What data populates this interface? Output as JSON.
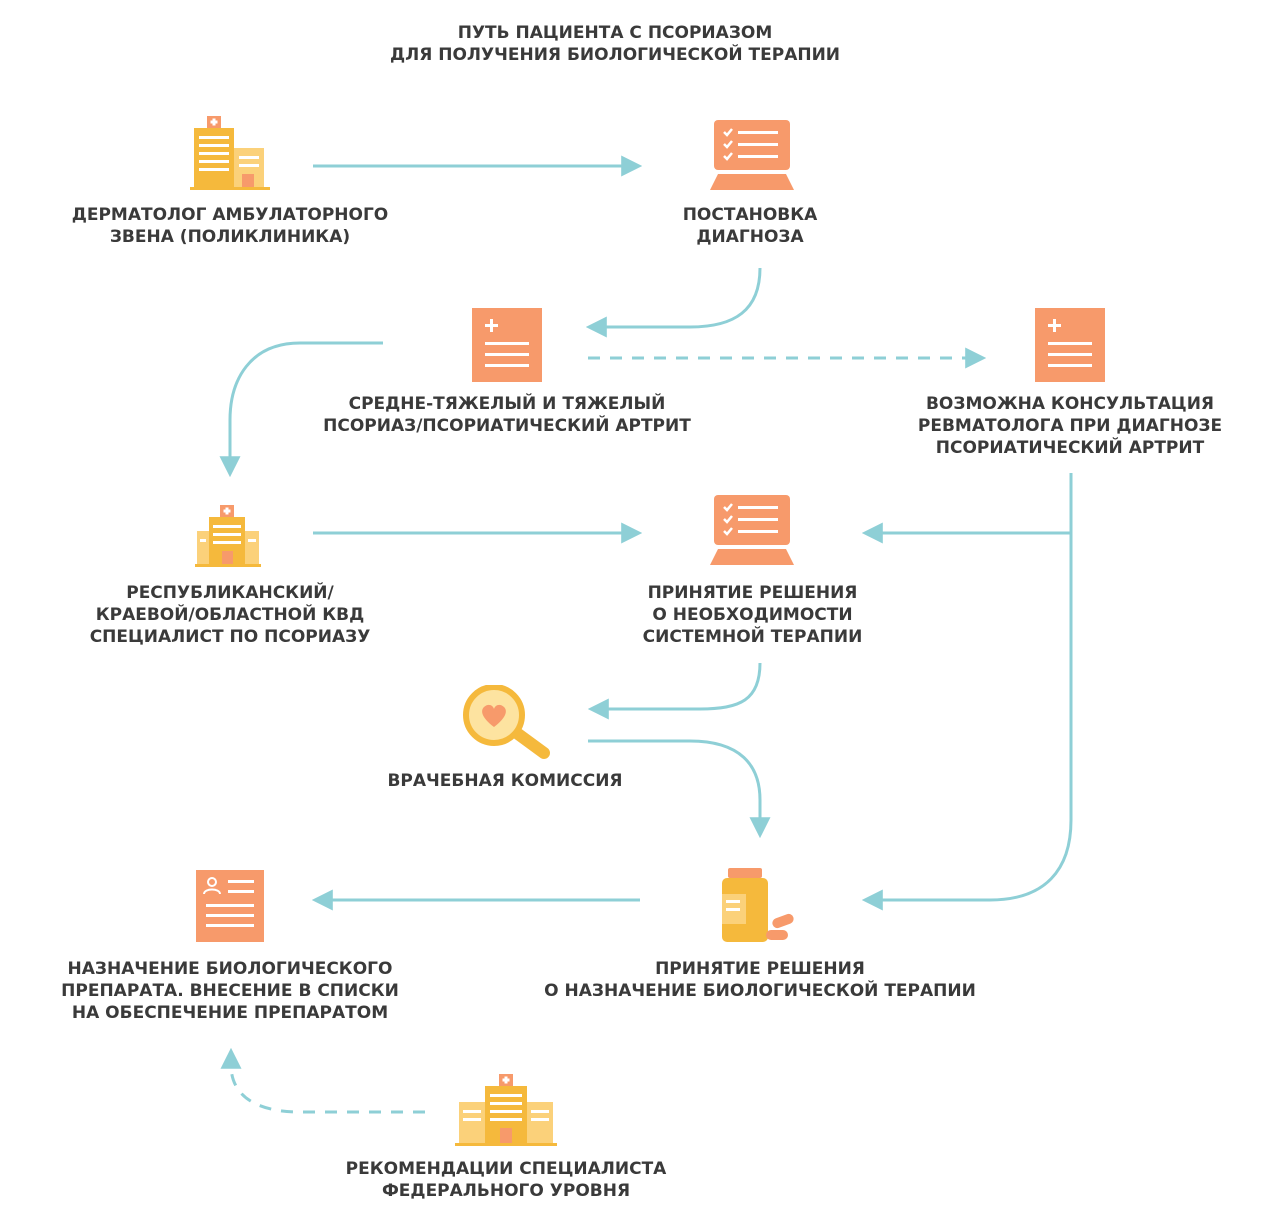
{
  "title": {
    "line1": "ПУТЬ ПАЦИЕНТА С ПСОРИАЗОМ",
    "line2": "ДЛЯ ПОЛУЧЕНИЯ БИОЛОГИЧЕСКОЙ ТЕРАПИИ"
  },
  "colors": {
    "arrow": "#8ecfd6",
    "icon_orange": "#f79a6b",
    "icon_yellow": "#f5b93c",
    "text": "#3a3a3a"
  },
  "nodes": {
    "dermatologist": {
      "line1": "ДЕРМАТОЛОГ АМБУЛАТОРНОГО",
      "line2": "ЗВЕНА (ПОЛИКЛИНИКА)",
      "icon": "hospital-icon"
    },
    "diagnosis": {
      "line1": "ПОСТАНОВКА",
      "line2": "ДИАГНОЗА",
      "icon": "computer-checklist-icon"
    },
    "severe": {
      "line1": "СРЕДНЕ-ТЯЖЕЛЫЙ И ТЯЖЕЛЫЙ",
      "line2": "ПСОРИАЗ/ПСОРИАТИЧЕСКИЙ АРТРИТ",
      "icon": "medical-document-icon"
    },
    "rheumatologist": {
      "line1": "ВОЗМОЖНА КОНСУЛЬТАЦИЯ",
      "line2": "РЕВМАТОЛОГА ПРИ ДИАГНОЗЕ",
      "line3": "ПСОРИАТИЧЕСКИЙ АРТРИТ",
      "icon": "medical-document-icon"
    },
    "regional": {
      "line1": "РЕСПУБЛИКАНСКИЙ/",
      "line2": "КРАЕВОЙ/ОБЛАСТНОЙ КВД",
      "line3": "СПЕЦИАЛИСТ ПО ПСОРИАЗУ",
      "icon": "hospital-icon"
    },
    "systemic_decision": {
      "line1": "ПРИНЯТИЕ РЕШЕНИЯ",
      "line2": "О НЕОБХОДИМОСТИ",
      "line3": "СИСТЕМНОЙ ТЕРАПИИ",
      "icon": "computer-checklist-icon"
    },
    "commission": {
      "line1": "ВРАЧЕБНАЯ КОМИССИЯ",
      "icon": "magnifier-heart-icon"
    },
    "bio_prescription": {
      "line1": "НАЗНАЧЕНИЕ БИОЛОГИЧЕСКОГО",
      "line2": "ПРЕПАРАТА. ВНЕСЕНИЕ В СПИСКИ",
      "line3": "НА ОБЕСПЕЧЕНИЕ ПРЕПАРАТОМ",
      "icon": "patient-card-icon"
    },
    "bio_decision": {
      "line1": "ПРИНЯТИЕ РЕШЕНИЯ",
      "line2": "О НАЗНАЧЕНИЕ БИОЛОГИЧЕСКОЙ ТЕРАПИИ",
      "icon": "medicine-jar-icon"
    },
    "federal": {
      "line1": "РЕКОМЕНДАЦИИ СПЕЦИАЛИСТА",
      "line2": "ФЕДЕРАЛЬНОГО УРОВНЯ",
      "icon": "hospital-icon"
    }
  }
}
